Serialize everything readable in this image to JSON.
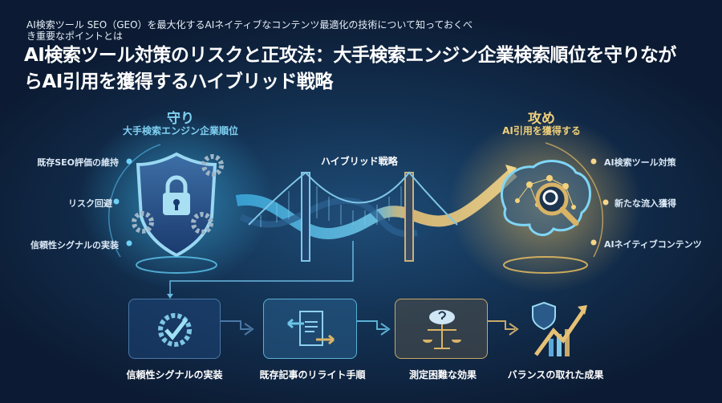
{
  "subtitle": "AI検索ツール SEO（GEO）を最大化するAIネイティブなコンテンツ最適化の技術について知っておくべき重要なポイントとは",
  "title": "AI検索ツール対策のリスクと正攻法：大手検索エンジン企業検索順位を守りながらAI引用を獲得するハイブリッド戦略",
  "defense": {
    "heading": "守り",
    "subheading": "大手検索エンジン企業順位",
    "items": [
      "既存SEO評価の維持",
      "リスク回避",
      "信頼性シグナルの実装"
    ],
    "color": "#7fd0f2",
    "icons": [
      "shield-lock-icon",
      "gear-icon"
    ]
  },
  "center": {
    "label": "ハイブリッド戦略",
    "icon": "bridge-icon"
  },
  "offense": {
    "heading": "攻め",
    "subheading": "AI引用を獲得する",
    "items": [
      "AI検索ツール対策",
      "新たな流入獲得",
      "AIネイティブコンテンツ"
    ],
    "color": "#f0cf7a",
    "icons": [
      "brain-icon",
      "magnifier-icon"
    ]
  },
  "steps": [
    {
      "label": "信頼性シグナルの実装",
      "icon": "gear-check-icon"
    },
    {
      "label": "既存記事のリライト手順",
      "icon": "document-arrows-icon"
    },
    {
      "label": "測定困難な効果",
      "icon": "cloud-question-scale-icon"
    },
    {
      "label": "バランスの取れた成果",
      "icon": "shield-growth-chart-icon"
    }
  ]
}
